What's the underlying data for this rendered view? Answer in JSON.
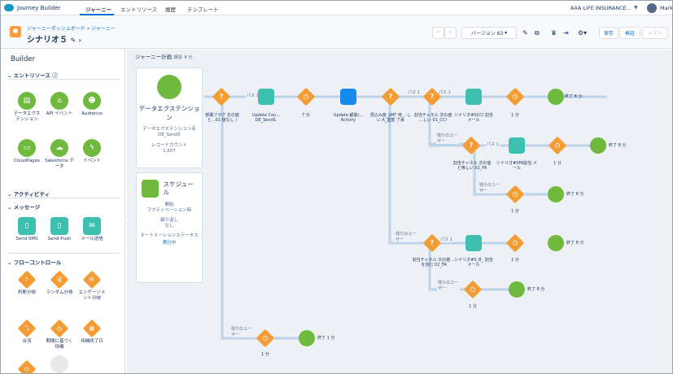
{
  "topnav": {
    "app_name": "Journey Builder",
    "tabs": [
      "ジャーニー",
      "エントリソース",
      "履歴",
      "テンプレート"
    ],
    "account": "AXA LIFE INSURANCE...",
    "user": "Mark"
  },
  "header": {
    "breadcrumb": "ジャーニーダッシュボード » ジャーニー",
    "title": "シナリオ５",
    "version": "バージョン 63",
    "save": "保存",
    "validate": "検証",
    "test": "テスト"
  },
  "builder": {
    "title": "Builder",
    "entry_section": "エントリソース",
    "entry_items": [
      "データエクステンション",
      "API イベント",
      "Audience",
      "CloudPages",
      "Salesforce データ",
      "イベント"
    ],
    "activity_section": "アクティビティ",
    "message_section": "メッセージ",
    "message_items": [
      "Send SMS",
      "Send Push",
      "メール送信"
    ],
    "flow_section": "フローコントロール",
    "flow_items": [
      "判断分岐",
      "ランダム分岐",
      "エンゲージメント分岐",
      "合流",
      "期間に基づく待機",
      "待機終了日"
    ]
  },
  "canvas": {
    "title": "ジャーニー計画",
    "subtitle": "期間: 8 分",
    "entry_card": {
      "title": "データエクステンション",
      "de_label": "データエクステンション名",
      "de_name": "DE_Send5",
      "count_label": "レコードカウント",
      "count": "1,607"
    },
    "schedule_card": {
      "title": "スケジュール",
      "start_label": "開始",
      "start_value": "アクティベーション時",
      "repeat_label": "繰り返し",
      "repeat_value": "なし",
      "status_label": "オートメーションステータス",
      "status_value": "実行中"
    },
    "nodes": {
      "d1": "部署フラグ 次の値と...01 値なし )",
      "update1": "Update Con... DE_SendS.",
      "w1": "7 分",
      "update2": "Update 顧客(... Activity",
      "d2": "見込み度_LMT 用 ...しい A_室部 了承",
      "d3": "割当チャネル 次の値 ...しい 01_CCI",
      "mail1": "シナリオ#SCCI 割当メール",
      "w2": "1 分",
      "exit1": "終了 8 分",
      "d4": "割当チャネル 次の値と等しい 02_FA",
      "mail2": "シナリオ#SFA割当 メール",
      "w3": "1 分",
      "exit2": "終了 8 分",
      "w4": "1 分",
      "exit3": "終了 8 分",
      "d5": "割当チャネル 次の値 ...を含む 02_FA",
      "mail3": "シナリオ#S_B_ 割当メール",
      "w5": "1 分",
      "exit4": "終了 8 分",
      "w6": "1 分",
      "exit5": "終了 8 分",
      "w7": "1 分",
      "exit6": "終了 1 分"
    },
    "paths": {
      "p1": "パス 1",
      "p2": "パス 1",
      "p3": "パス 1",
      "p4": "パス 1",
      "p5": "パス 1",
      "r1": "残りのユーザー",
      "r2": "残りのユーザー",
      "r3": "残りのユーザー",
      "r4": "残りのユーザー",
      "r5": "残りのユーザー"
    }
  },
  "colors": {
    "accent": "#0070d2",
    "decision": "#f49c34",
    "exit": "#6fba3e",
    "message": "#3ec0b0",
    "update": "#1589ee"
  }
}
